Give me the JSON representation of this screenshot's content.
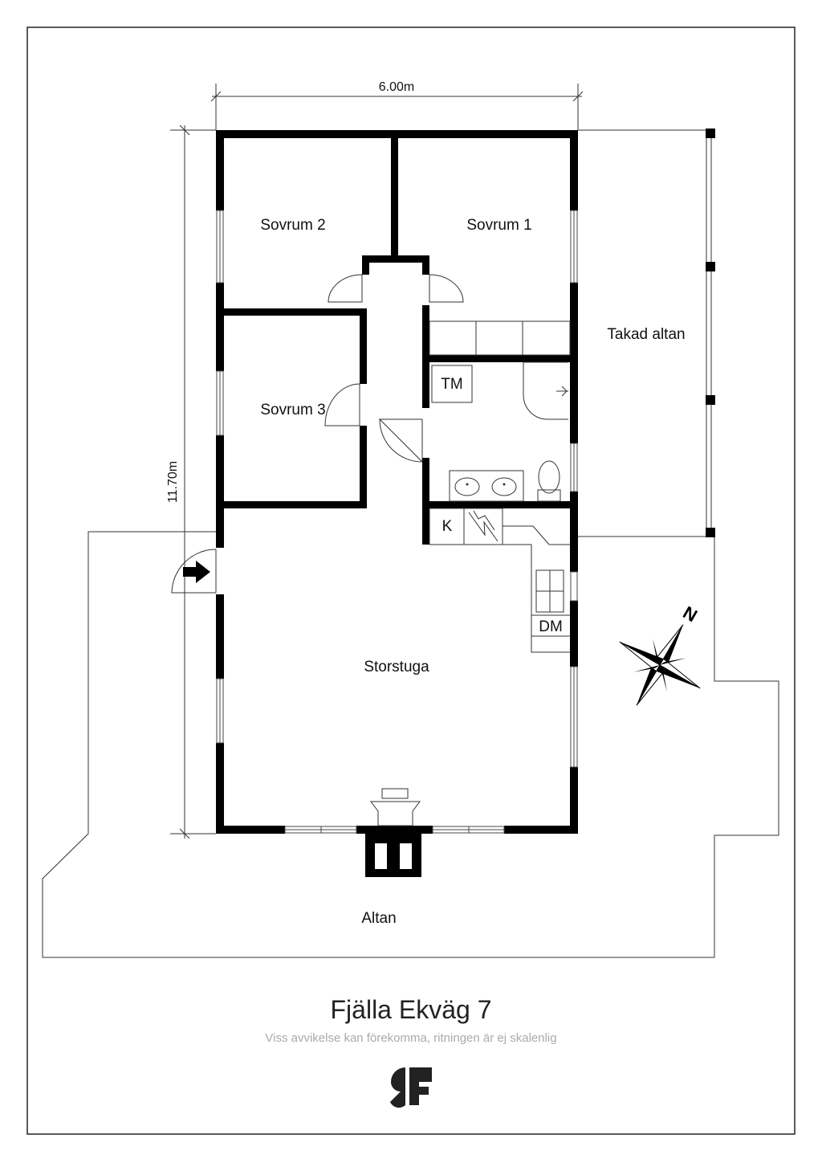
{
  "title": "Fjälla Ekväg 7",
  "subtitle": "Viss avvikelse kan förekomma, ritningen är ej skalenlig",
  "dimensions": {
    "width": "6.00m",
    "height": "11.70m"
  },
  "rooms": {
    "sovrum2": "Sovrum 2",
    "sovrum1": "Sovrum 1",
    "sovrum3": "Sovrum 3",
    "takad_altan": "Takad altan",
    "tm": "TM",
    "k": "K",
    "dm": "DM",
    "storstuga": "Storstuga",
    "altan": "Altan"
  },
  "compass": {
    "label": "N"
  },
  "colors": {
    "wall": "#000000",
    "line": "#333333",
    "subtitle": "#aaaaaa"
  },
  "icons": {
    "entrance": "entrance-arrow-icon",
    "compass": "compass-rose-icon",
    "logo": "sf-logo-icon"
  }
}
